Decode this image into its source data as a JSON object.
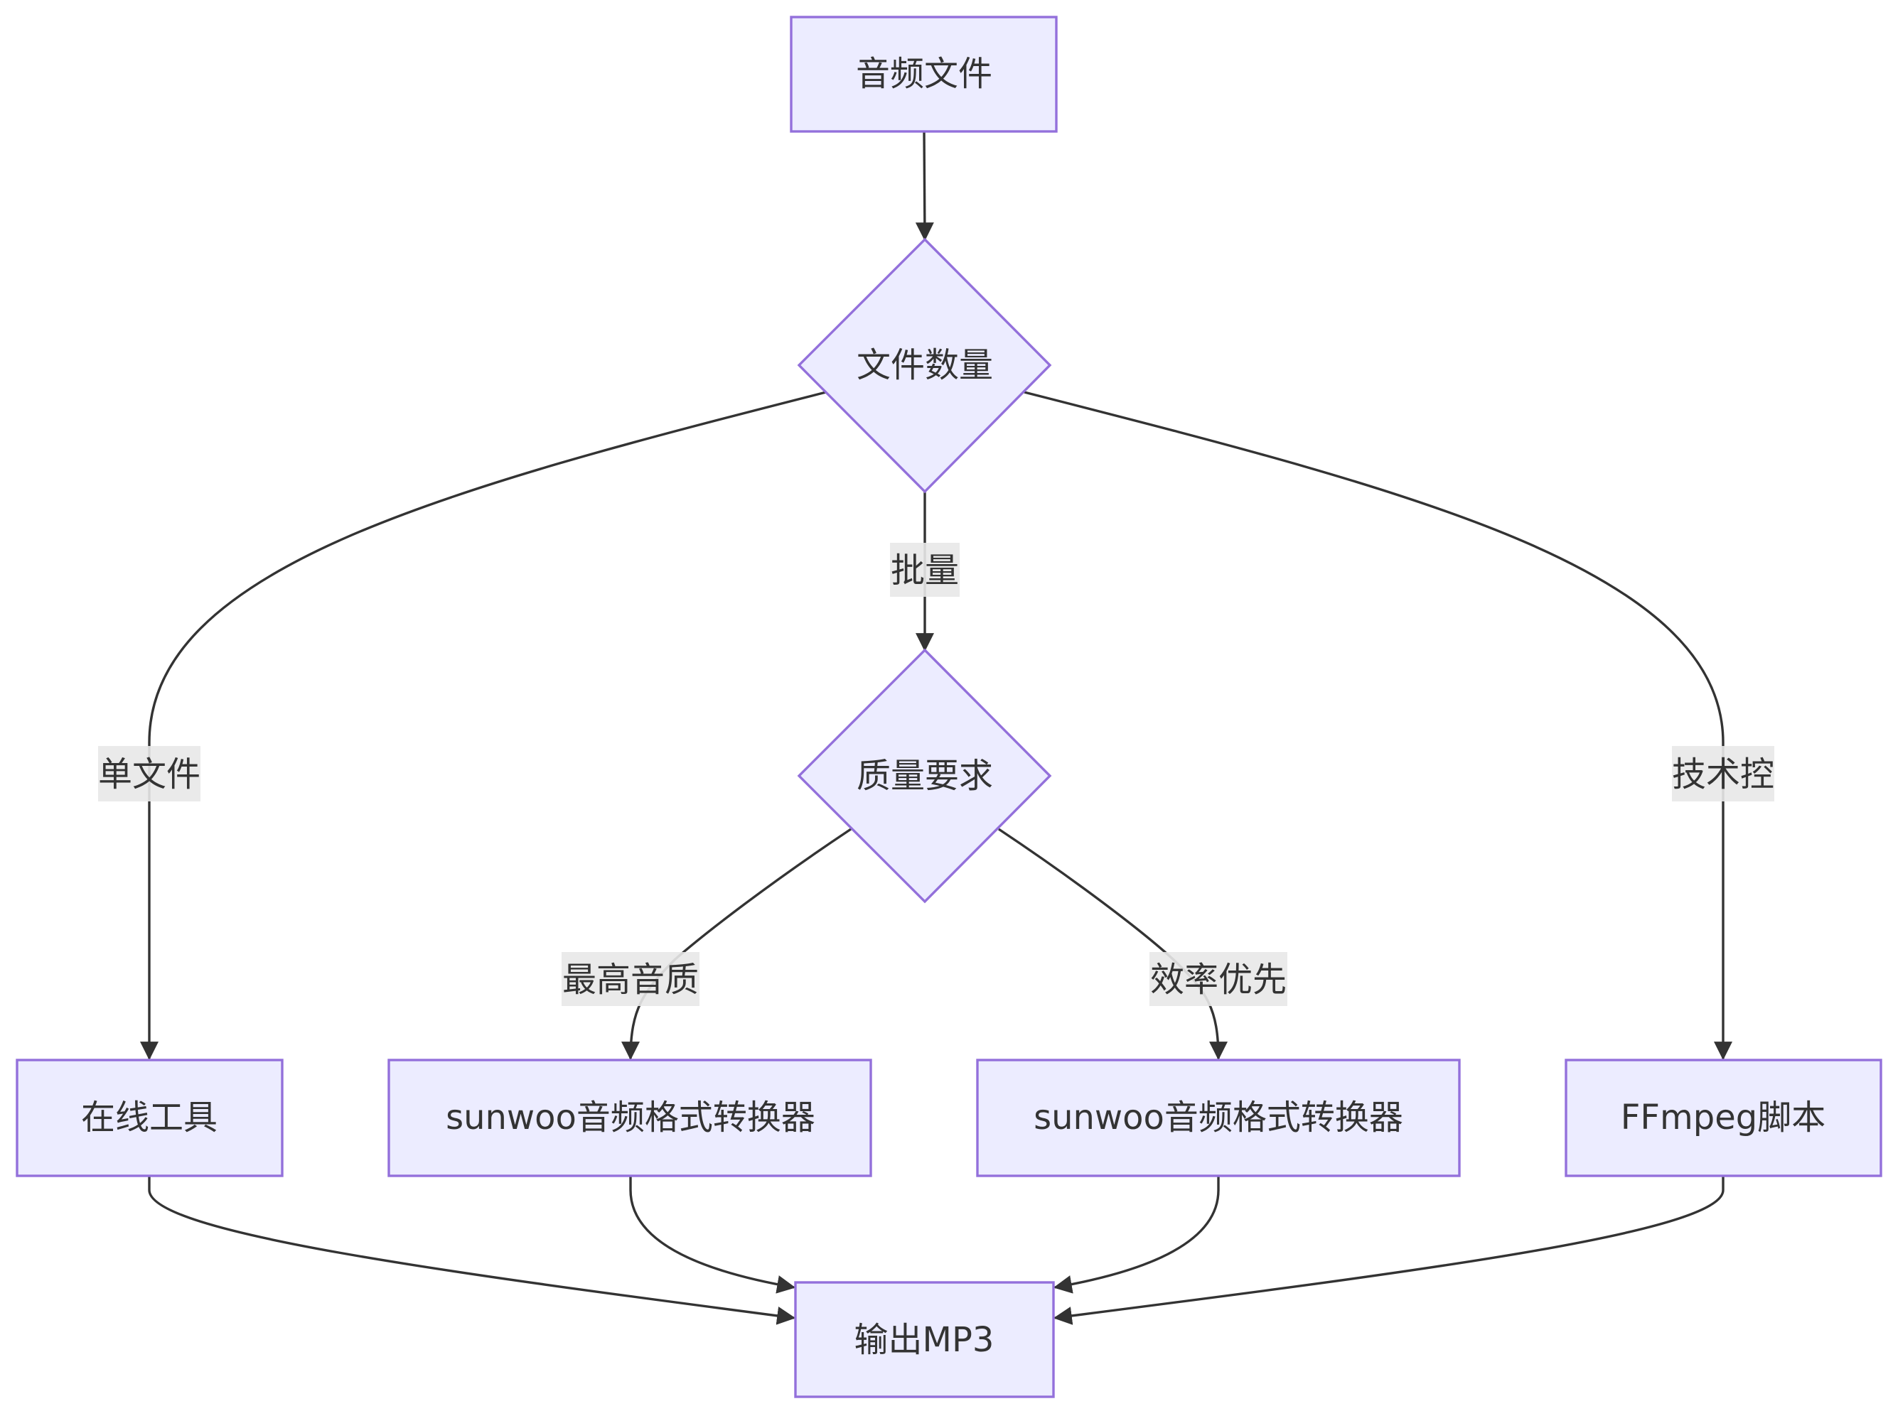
{
  "diagram": {
    "type": "flowchart",
    "colors": {
      "node_fill": "#ECECFF",
      "node_stroke": "#9370DB",
      "edge": "#333333",
      "label_bg": "#E8E8E8",
      "text": "#333333"
    },
    "nodes": {
      "audio_file": "音频文件",
      "file_count": "文件数量",
      "quality_req": "质量要求",
      "online_tool": "在线工具",
      "sunwoo_best": "sunwoo音频格式转换器",
      "sunwoo_fast": "sunwoo音频格式转换器",
      "ffmpeg": "FFmpeg脚本",
      "output": "输出MP3"
    },
    "edge_labels": {
      "single": "单文件",
      "batch": "批量",
      "tech": "技术控",
      "best_quality": "最高音质",
      "efficiency": "效率优先"
    }
  }
}
